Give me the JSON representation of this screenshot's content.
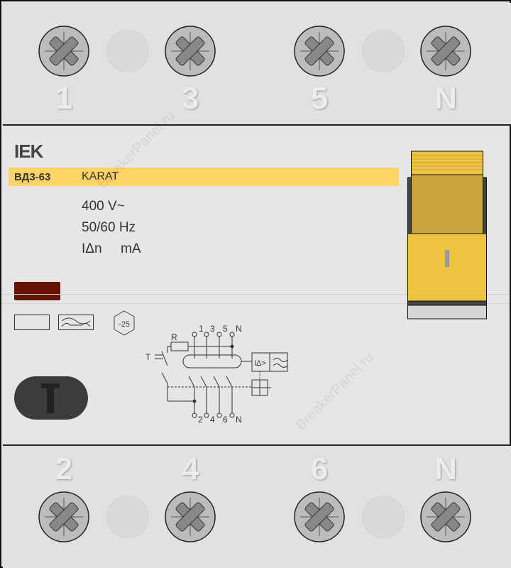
{
  "device": {
    "brand": "IEK",
    "model": "ВД3-63",
    "series": "KARAT",
    "voltage": "400 V~",
    "frequency": "50/60 Hz",
    "residual_current_symbol": "IΔn",
    "residual_current_unit": "mA",
    "temperature_rating": "-25",
    "test_button_label": "T",
    "lever_mark": "I"
  },
  "terminals_top": [
    "1",
    "3",
    "5",
    "N"
  ],
  "terminals_bottom": [
    "2",
    "4",
    "6",
    "N"
  ],
  "schematic": {
    "top_labels": [
      "1",
      "3",
      "5",
      "N"
    ],
    "bottom_labels": [
      "2",
      "4",
      "6",
      "N"
    ],
    "resistor": "R",
    "test": "T",
    "relay": "IΔ>"
  },
  "watermark": "BreakerPanel.ru",
  "colors": {
    "band": "#ffd466",
    "lever": "#eec242",
    "indicator": "#631300"
  }
}
